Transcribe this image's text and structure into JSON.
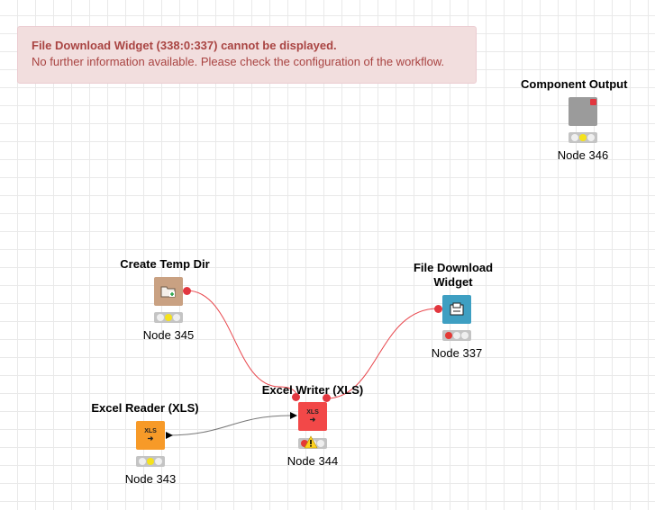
{
  "error": {
    "title": "File Download Widget (338:0:337) cannot be displayed.",
    "message": "No further information available. Please check the configuration of the workflow."
  },
  "nodes": {
    "component_output": {
      "title": "Component Output",
      "label": "Node 346",
      "icon": "component-output-icon",
      "color": "#9b9b9b"
    },
    "create_temp_dir": {
      "title": "Create Temp Dir",
      "label": "Node 345",
      "icon": "folder-add-icon",
      "color": "#c9a182"
    },
    "file_download_widget": {
      "title_line1": "File Download",
      "title_line2": "Widget",
      "label": "Node 337",
      "icon": "download-widget-icon",
      "color": "#3e9fc2"
    },
    "excel_writer": {
      "title": "Excel Writer (XLS)",
      "label": "Node 344",
      "icon_text": "XLS",
      "color": "#f24848",
      "warning": "warning-icon"
    },
    "excel_reader": {
      "title": "Excel Reader (XLS)",
      "label": "Node 343",
      "icon_text": "XLS",
      "color": "#f79a28"
    }
  },
  "colors": {
    "flow_variable_connection": "#e8454b",
    "data_connection": "#777777",
    "error_background": "#f2dede",
    "error_text": "#a94442"
  }
}
